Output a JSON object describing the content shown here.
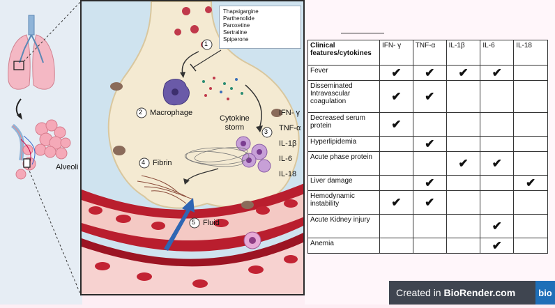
{
  "diagram": {
    "drugs": [
      "Thapsigargine",
      "Parthenolide",
      "Paroxetine",
      "Sertraline",
      "Spiperone"
    ],
    "steps": [
      {
        "num": "1",
        "label": ""
      },
      {
        "num": "2",
        "label": "Macrophage"
      },
      {
        "num": "3",
        "label": "Cytokine storm"
      },
      {
        "num": "4",
        "label": "Fibrin"
      },
      {
        "num": "5",
        "label": "Fluid"
      }
    ],
    "cytokine_storm_line1": "Cytokine",
    "cytokine_storm_line2": "storm",
    "alveoli_label": "Alveoli",
    "cytokine_labels": [
      "IFN- γ",
      "TNF-α",
      "IL-1β",
      "IL-6",
      "IL-18"
    ]
  },
  "table": {
    "header_first_line1": "Clinical",
    "header_first_line2": "features/cytokines",
    "columns": [
      "IFN- γ",
      "TNF-α",
      "IL-1β",
      "IL-6",
      "IL-18"
    ],
    "check_glyph": "✔",
    "rows": [
      {
        "feature": "Fever",
        "checks": [
          true,
          true,
          true,
          true,
          false
        ]
      },
      {
        "feature": "Disseminated Intravascular coagulation",
        "checks": [
          true,
          true,
          false,
          false,
          false
        ]
      },
      {
        "feature": "Decreased serum protein",
        "checks": [
          true,
          false,
          false,
          false,
          false
        ]
      },
      {
        "feature": "Hyperlipidemia",
        "checks": [
          false,
          true,
          false,
          false,
          false
        ]
      },
      {
        "feature": "Acute phase protein",
        "checks": [
          false,
          false,
          true,
          true,
          false
        ]
      },
      {
        "feature": "Liver damage",
        "checks": [
          false,
          true,
          false,
          false,
          true
        ]
      },
      {
        "feature": "Hemodynamic instability",
        "checks": [
          true,
          true,
          false,
          false,
          false
        ]
      },
      {
        "feature": "Acute Kidney injury",
        "checks": [
          false,
          false,
          false,
          true,
          false
        ]
      },
      {
        "feature": "Anemia",
        "checks": [
          false,
          false,
          false,
          true,
          false
        ]
      }
    ]
  },
  "watermark": {
    "prefix": "Created in ",
    "brand": "BioRender.com",
    "logo": "bio"
  }
}
